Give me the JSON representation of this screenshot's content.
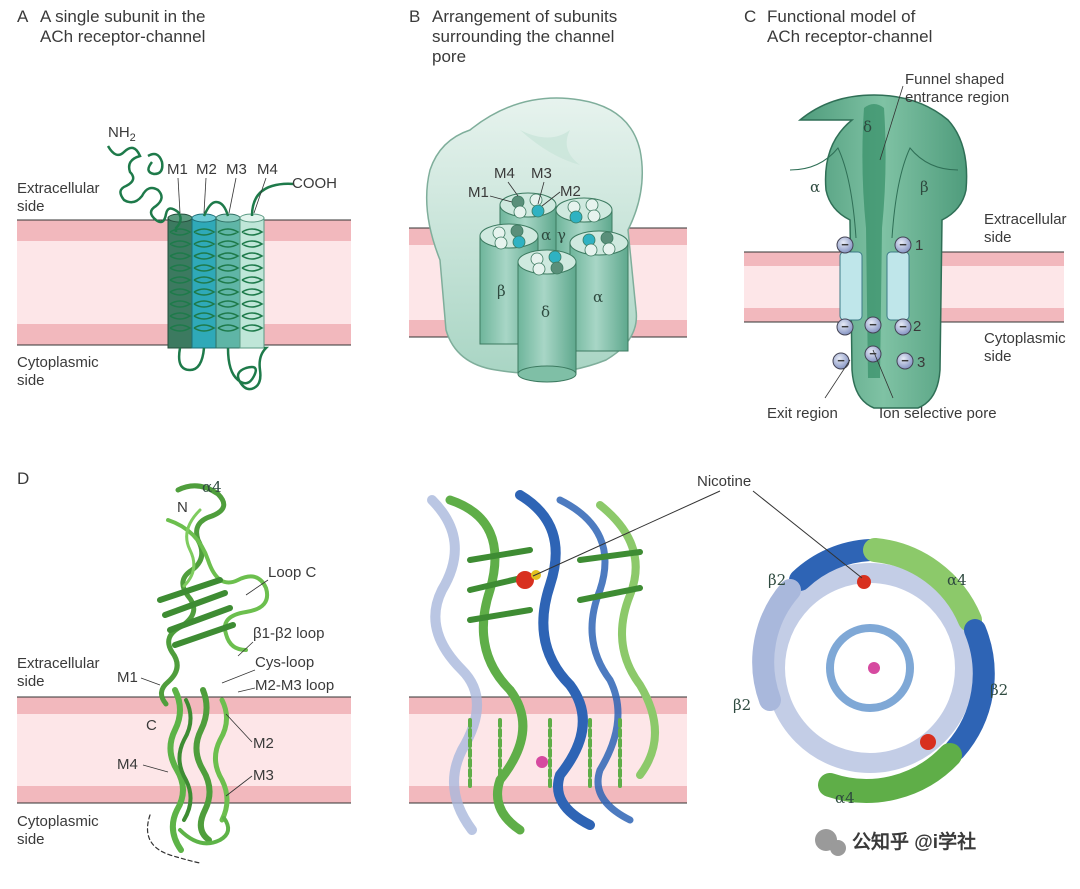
{
  "panel_a": {
    "letter": "A",
    "title_line1": "A single subunit in the",
    "title_line2": "ACh receptor-channel",
    "nh2": "NH",
    "nh2_sub": "2",
    "cooh": "COOH",
    "m1": "M1",
    "m2": "M2",
    "m3": "M3",
    "m4": "M4",
    "extracellular_1": "Extracellular",
    "extracellular_2": "side",
    "cytoplasmic_1": "Cytoplasmic",
    "cytoplasmic_2": "side"
  },
  "panel_b": {
    "letter": "B",
    "title_line1": "Arrangement of subunits",
    "title_line2": "surrounding the channel",
    "title_line3": "pore",
    "m4": "M4",
    "m3": "M3",
    "m1": "M1",
    "m2": "M2",
    "alpha_top": "α",
    "gamma": "γ",
    "beta": "β",
    "delta": "δ",
    "alpha_right": "α"
  },
  "panel_c": {
    "letter": "C",
    "title_line1": "Functional model of",
    "title_line2": "ACh receptor-channel",
    "funnel_1": "Funnel shaped",
    "funnel_2": "entrance region",
    "delta": "δ",
    "alpha": "α",
    "beta": "β",
    "extracellular_1": "Extracellular",
    "extracellular_2": "side",
    "cytoplasmic_1": "Cytoplasmic",
    "cytoplasmic_2": "side",
    "ring1": "1",
    "ring2": "2",
    "ring3": "3",
    "exit": "Exit region",
    "ion_pore": "Ion selective pore",
    "ion_symbol": "−"
  },
  "panel_d": {
    "letter": "D",
    "alpha4": "α4",
    "n": "N",
    "loop_c": "Loop C",
    "b1b2": "β1-β2 loop",
    "cys": "Cys-loop",
    "m2m3": "M2-M3 loop",
    "m1": "M1",
    "c": "C",
    "m2": "M2",
    "m4": "M4",
    "m3": "M3",
    "extracellular_1": "Extracellular",
    "extracellular_2": "side",
    "cytoplasmic_1": "Cytoplasmic",
    "cytoplasmic_2": "side",
    "nicotine": "Nicotine",
    "top_b2_left": "β2",
    "top_a4_right": "α4",
    "top_b2_right": "β2",
    "top_b2_lower": "β2",
    "top_a4_bottom": "α4"
  },
  "watermark": "公知乎 @i学社",
  "colors": {
    "membrane_band": "#f2b8bd",
    "membrane_core": "#fde6e8",
    "channel_green": "#6fb79a",
    "pore_dark_green": "#2f8a63",
    "protein_green": "#5fae48",
    "protein_blue": "#2e64b5",
    "protein_lightblue": "#a9b8dc",
    "nicotine_red": "#d8301f"
  }
}
